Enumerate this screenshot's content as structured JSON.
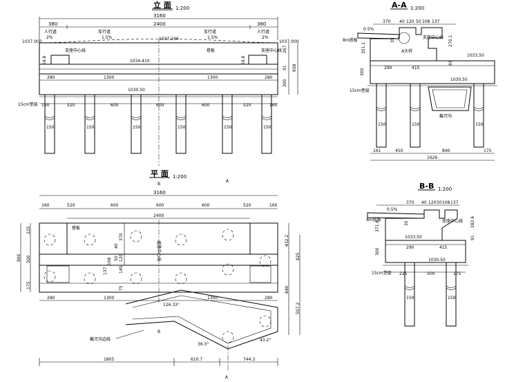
{
  "views": {
    "elevation": {
      "title": "立 面",
      "scale": "1:200"
    },
    "section_aa": {
      "title": "A-A",
      "scale": "1:200"
    },
    "plan": {
      "title": "平 面",
      "scale": "1:200"
    },
    "section_bb": {
      "title": "B-B",
      "scale": "1:200"
    }
  },
  "elevation": {
    "top_dims": {
      "total": "3160",
      "left": "380",
      "middle": "2400",
      "right": "380"
    },
    "labels": {
      "sidewalk_left": "人行道",
      "sidewalk_right": "人行道",
      "lane_left": "车行道",
      "lane_right": "车行道",
      "slope_side_left": "2%",
      "slope_side_right": "2%",
      "slope_lane_left": "1.5%",
      "slope_lane_right": "1.5%",
      "crown_elev": "1037.246",
      "left_elev": "1037.000",
      "right_elev": "1037.000",
      "deck": "搭板",
      "bearing_left": "支座中心线",
      "bearing_right": "支座中心线",
      "dim_64_left": "64.8",
      "dim_64_right": "64.8",
      "elev_1034": "1034.410",
      "elev_1030": "1030.50",
      "right_267": "267",
      "right_91": "91",
      "right_300": "300",
      "right_658": "658",
      "cushion": "15cm垫层"
    },
    "cap_dims": [
      "280",
      "1300",
      "1300",
      "280"
    ],
    "pile_spacing": [
      "160",
      "520",
      "600",
      "600",
      "600",
      "520",
      "160"
    ],
    "pile_dia": [
      "150",
      "150",
      "150",
      "150",
      "150",
      "150"
    ]
  },
  "section_aa": {
    "top_dims": [
      "370",
      "40",
      "120",
      "50",
      "108",
      "137"
    ],
    "slope": "0.5%",
    "labels": {
      "plate": "8m搭板",
      "bearing": "支座中心线",
      "abutment": "A大样",
      "elev_1033": "1033.50",
      "elev_1030": "1030.50",
      "left_351": "351.1",
      "small_35": "35",
      "right_270": "270.1",
      "right_91": "91",
      "mid_290": "290",
      "mid_415": "415",
      "left_300": "300",
      "cushion": "15cm垫层",
      "culvert": "截污沟",
      "pile_dia": "150"
    },
    "bottom_dims": [
      "161",
      "450",
      "840",
      "175"
    ],
    "total": "1626"
  },
  "plan": {
    "top_dims": {
      "spacing": [
        "160",
        "520",
        "600",
        "600",
        "600",
        "520",
        "160"
      ],
      "total": "3160",
      "inner": "2400"
    },
    "labels": {
      "marker_b_top": "B",
      "marker_a_top": "A",
      "marker_b_mid": "B",
      "marker_a_bot": "A",
      "deck": "搭板",
      "road_cl": "道路中心线",
      "left_225": "225",
      "left_500": "500",
      "left_900": "900",
      "left_175": "175",
      "mid_370": "370",
      "mid_40": "40",
      "mid_120": "120",
      "mid_50": "50",
      "mid_108": "108",
      "mid_137": "137",
      "mid_145": "145",
      "mid_75": "75",
      "right_432": "432.2",
      "right_825": "825",
      "right_840": "840",
      "right_507": "507.2",
      "angle_main": "126.33°",
      "angle_left": "36.3°",
      "angle_right": "43.2°",
      "culvert_edge": "截污沟边线"
    },
    "cap_dims": [
      "280",
      "1300",
      "1300",
      "280"
    ],
    "bottom_dims": [
      "1805",
      "610.7",
      "744.3"
    ]
  },
  "section_bb": {
    "top_dims": [
      "370",
      "40",
      "120",
      "50",
      "108",
      "137"
    ],
    "slope": "0.5%",
    "labels": {
      "plate": "8m搭板",
      "bearing": "支座中心线",
      "left_371": "371.6",
      "small_35": "35",
      "right_282": "282.6",
      "right_91": "91",
      "elev_1033": "1033.50",
      "elev_1030": "1030.50",
      "mid_290": "290",
      "mid_415": "415",
      "left_300": "300",
      "cushion": "15cm垫层",
      "pile_dia": "150"
    },
    "bottom_dims": [
      "225",
      "500",
      "175"
    ]
  }
}
